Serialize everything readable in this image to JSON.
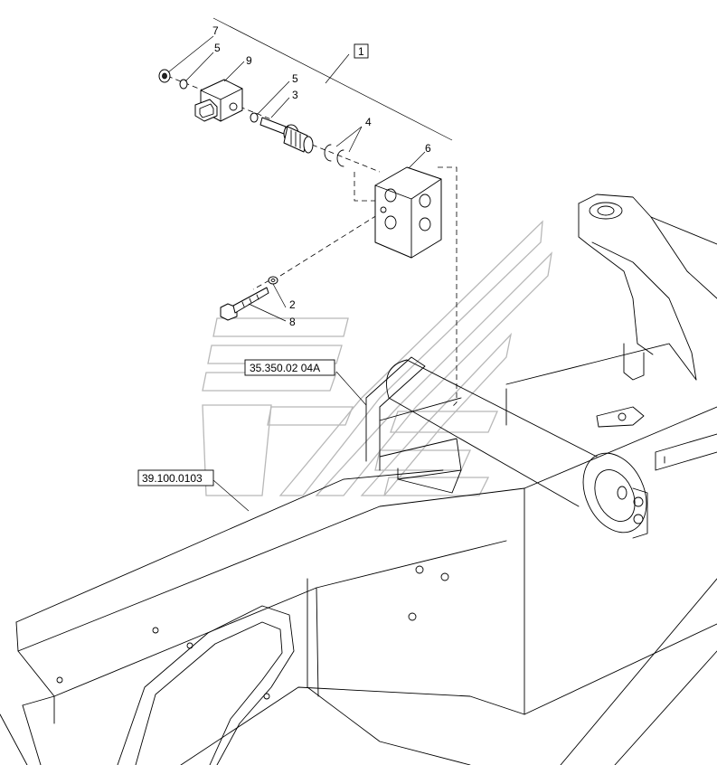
{
  "callouts": {
    "c1": "1",
    "c2": "2",
    "c3": "3",
    "c4": "4",
    "c5a": "5",
    "c5b": "5",
    "c6": "6",
    "c7": "7",
    "c8": "8",
    "c9": "9"
  },
  "references": {
    "ref_a": "35.350.02 04A",
    "ref_b": "39.100.0103"
  }
}
